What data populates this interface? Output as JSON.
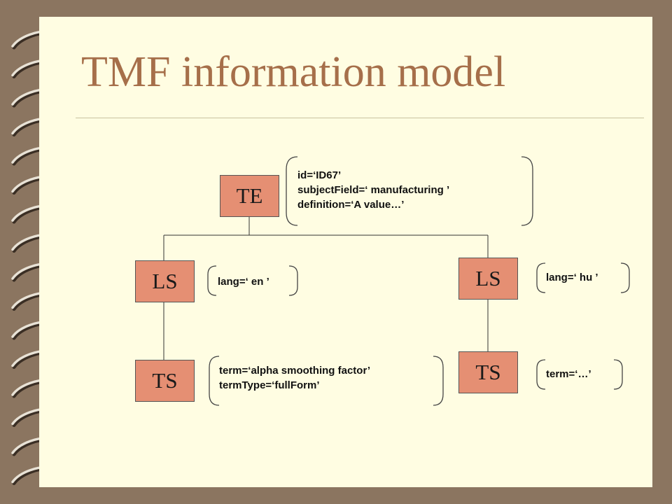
{
  "slide": {
    "title": "TMF information model"
  },
  "nodes": {
    "te": "TE",
    "ls_left": "LS",
    "ls_right": "LS",
    "ts_left": "TS",
    "ts_right": "TS"
  },
  "attributes": {
    "te": [
      "id=‘ID67’",
      "subjectField=‘ manufacturing ’",
      "definition=‘A value…’"
    ],
    "ls_left": [
      "lang=‘ en ’"
    ],
    "ls_right": [
      "lang=‘ hu ’"
    ],
    "ts_left": [
      "term=‘alpha smoothing factor’",
      "termType=‘fullForm’"
    ],
    "ts_right": [
      "term=‘…’"
    ]
  },
  "colors": {
    "frame": "#8B7560",
    "paper": "#FFFDE2",
    "title": "#A66F4A",
    "node_fill": "#E58F73"
  }
}
